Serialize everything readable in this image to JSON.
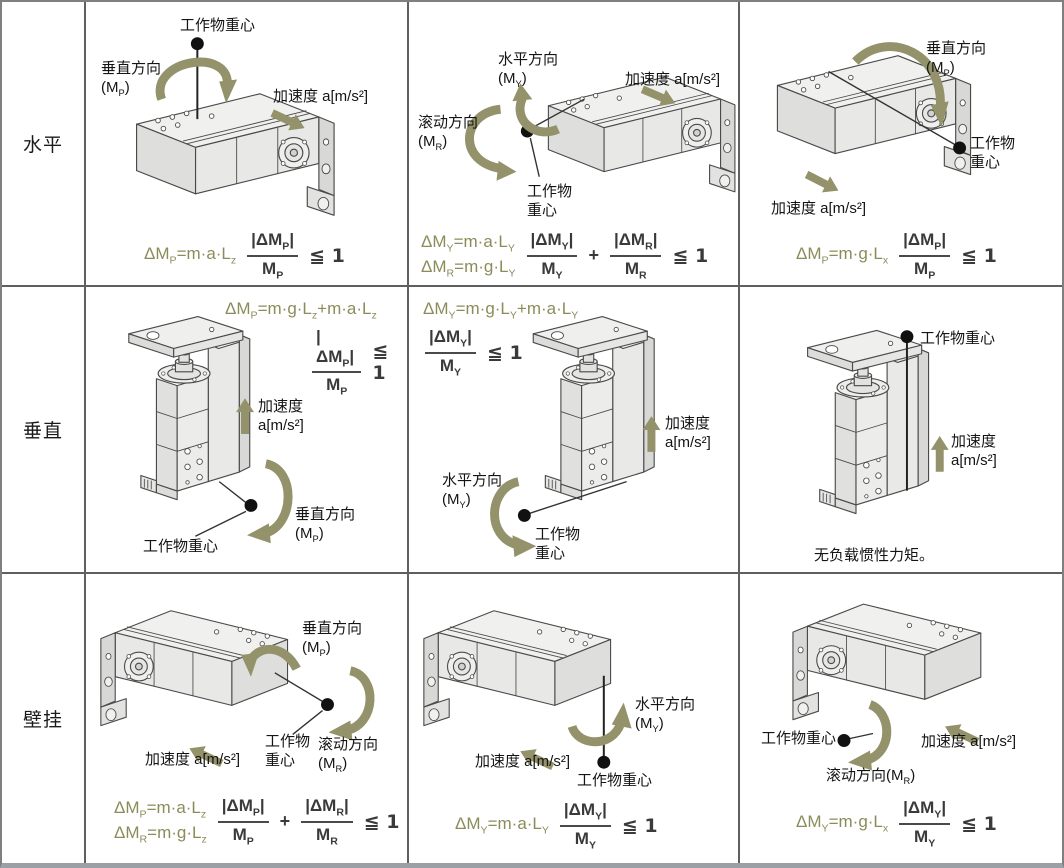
{
  "colors": {
    "olive_arrow": "#94926a",
    "equation_olive": "#8c8c5a",
    "formula_ink": "#3a3a3a",
    "line_ink": "#4a4a4a",
    "border_gray": "#5f5f5f"
  },
  "row_headers": [
    "水平",
    "垂直",
    "壁挂"
  ],
  "terms": {
    "cog": "工作物重心",
    "cog_l1": "工作物",
    "cog_l2": "重心",
    "vertical_dir": "垂直方向",
    "horizontal_dir": "水平方向",
    "rolling_dir": "滚动方向",
    "mp": "(M_P)",
    "my": "(M_Y)",
    "mr": "(M_R)",
    "roll_mr_inline": "滚动方向(M_R)",
    "accel": "加速度 a[m/s²]",
    "accel_l1": "加速度",
    "accel_l2": "a[m/s²]",
    "note_no_load": "无负载惯性力矩。",
    "plus": "+",
    "leq": "≦ 1"
  },
  "cells": {
    "r0c0": {
      "eq": [
        "ΔM_P=m·a·L_z"
      ],
      "fr": [
        {
          "n": "|ΔM_P|",
          "d": "M_P"
        }
      ]
    },
    "r0c1": {
      "eq": [
        "ΔM_Y=m·a·L_Y",
        "ΔM_R=m·g·L_Y"
      ],
      "fr": [
        {
          "n": "|ΔM_Y|",
          "d": "M_Y"
        },
        {
          "n": "|ΔM_R|",
          "d": "M_R"
        }
      ]
    },
    "r0c2": {
      "eq": [
        "ΔM_P=m·g·L_x"
      ],
      "fr": [
        {
          "n": "|ΔM_P|",
          "d": "M_P"
        }
      ]
    },
    "r1c0": {
      "eq": [
        "ΔM_P=m·g·L_z+m·a·L_z"
      ],
      "fr": [
        {
          "n": "|ΔM_P|",
          "d": "M_P"
        }
      ]
    },
    "r1c1": {
      "eq": [
        "ΔM_Y=m·g·L_Y+m·a·L_Y"
      ],
      "fr": [
        {
          "n": "|ΔM_Y|",
          "d": "M_Y"
        }
      ]
    },
    "r1c2": {},
    "r2c0": {
      "eq": [
        "ΔM_P=m·a·L_z",
        "ΔM_R=m·g·L_z"
      ],
      "fr": [
        {
          "n": "|ΔM_P|",
          "d": "M_P"
        },
        {
          "n": "|ΔM_R|",
          "d": "M_R"
        }
      ]
    },
    "r2c1": {
      "eq": [
        "ΔM_Y=m·a·L_Y"
      ],
      "fr": [
        {
          "n": "|ΔM_Y|",
          "d": "M_Y"
        }
      ]
    },
    "r2c2": {
      "eq": [
        "ΔM_Y=m·g·L_x"
      ],
      "fr": [
        {
          "n": "|ΔM_Y|",
          "d": "M_Y"
        }
      ]
    }
  }
}
